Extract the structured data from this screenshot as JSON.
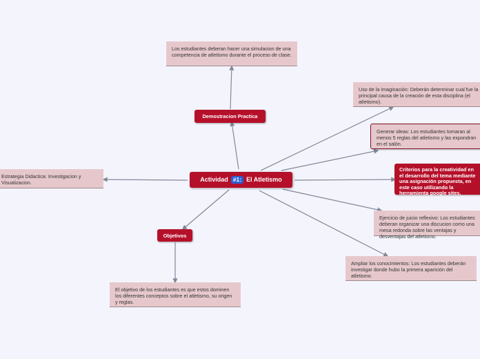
{
  "central": {
    "prefix": "Actividad",
    "badge": "#1:",
    "suffix": "El Atletismo"
  },
  "nodes": {
    "demo_label": "Demostracion Practica",
    "demo_text": "Los estudiantes deberan hacer una simulacion de una competencia de atletismo durante el proceso de clase.",
    "imaginacion_text": "Uso de la imaginación: Deberán determinar cual fue la principal causa de la creación de esta disciplina (el atletismo).",
    "ideas_text": "Generar ideas: Los estudiantes tomaran al menos 5 reglas del atletismo y las expondran en el salón.",
    "criterios_text": "Criterios para la creatividad en el desarrollo del tema mediante una asignación propuesta, en este caso utilizando la herramienta google sites.",
    "juicio_text": "Ejercicio de juicio reflexivo: Los estudiantes deberan organizar una discucion como una mesa redonda sobre las ventajas y desventajas del atletismo.",
    "ampliar_text": "Ampliar los conocimientos: Los estudiantes deberán investigar donde hubo la primera aparición del atletismo.",
    "estrategia_text": "Estrategia Didactica: Investigacion y Visualizacion.",
    "objetivos_label": "Objetivos",
    "objetivos_text": "El objetivo de los estudiantes es que estos dominen los diferentes conceptos sobre el atletismo, su origen y reglas."
  },
  "colors": {
    "background": "#f4f4fc",
    "accent_red": "#b5102a",
    "pink_box": "#e6c8cc",
    "badge_blue": "#2a5fd6",
    "connector": "#808898"
  }
}
